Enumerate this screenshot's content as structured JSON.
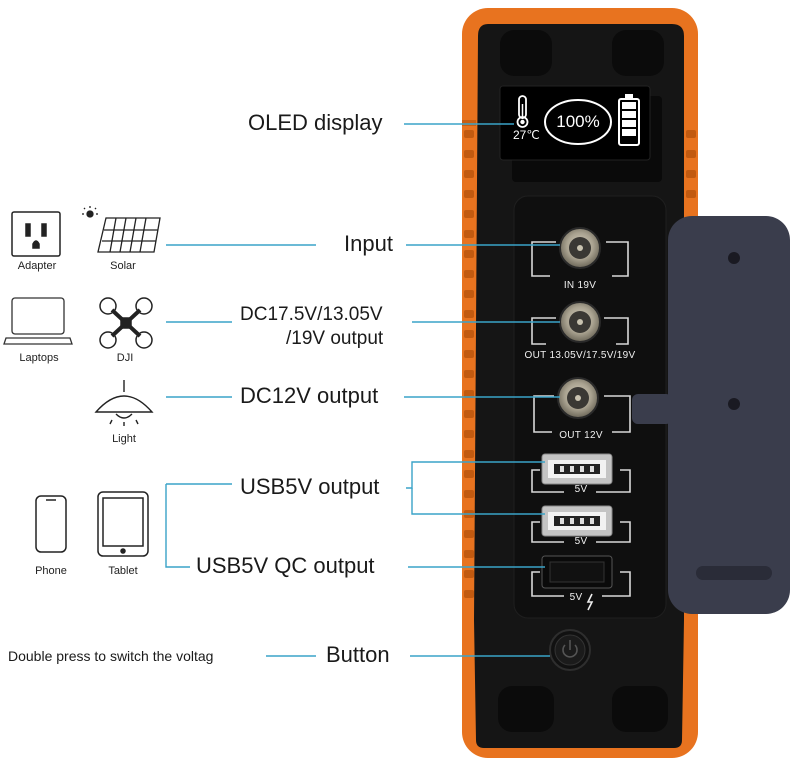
{
  "callouts": {
    "oled": "OLED display",
    "input": "Input",
    "dc_line1": "DC17.5V/13.05V",
    "dc_line2": "/19V output",
    "dc12": "DC12V output",
    "usb5v": "USB5V output",
    "usb_qc": "USB5V QC output",
    "button": "Button",
    "button_note": "Double press to switch the voltag"
  },
  "devices": {
    "adapter": "Adapter",
    "solar": "Solar",
    "laptops": "Laptops",
    "dji": "DJI",
    "light": "Light",
    "phone": "Phone",
    "tablet": "Tablet"
  },
  "oled": {
    "temperature": "27℃",
    "battery_percent": "100%"
  },
  "ports": {
    "in_label": "IN  19V",
    "out_multi_label": "OUT 13.05V/17.5V/19V",
    "out12_label": "OUT  12V",
    "usb1_label": "5V",
    "usb2_label": "5V",
    "usb_qc_label": "5V"
  },
  "colors": {
    "shell": "#e8731f",
    "panel": "#141414",
    "leader": "#3aa3c8",
    "mount": "#3a3d4c"
  },
  "icons": [
    "outlet-icon",
    "solar-panel-icon",
    "laptop-icon",
    "drone-icon",
    "lamp-icon",
    "phone-icon",
    "tablet-icon",
    "thermometer-icon",
    "battery-icon",
    "power-icon",
    "lightning-icon"
  ]
}
